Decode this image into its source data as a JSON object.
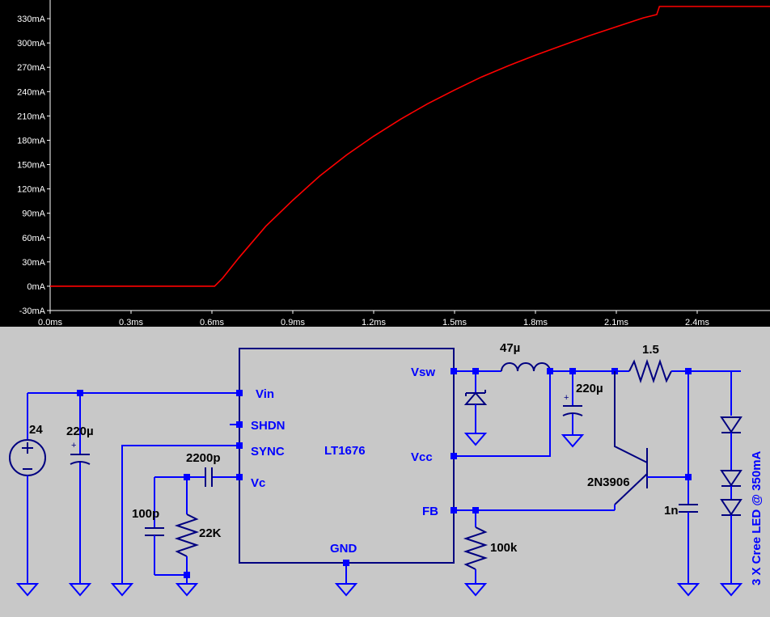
{
  "chart_data": {
    "type": "line",
    "xlabel": "",
    "ylabel": "",
    "x_ticks": [
      "0.0ms",
      "0.3ms",
      "0.6ms",
      "0.9ms",
      "1.2ms",
      "1.5ms",
      "1.8ms",
      "2.1ms",
      "2.4ms"
    ],
    "y_ticks": [
      "-30mA",
      "0mA",
      "30mA",
      "60mA",
      "90mA",
      "120mA",
      "150mA",
      "180mA",
      "210mA",
      "240mA",
      "270mA",
      "300mA",
      "330mA"
    ],
    "xlim": [
      0,
      2.67
    ],
    "ylim": [
      -30,
      353
    ],
    "grid": false,
    "background": "#000000",
    "series": [
      {
        "color": "#ff0000",
        "x": [
          0,
          0.3,
          0.6,
          0.61,
          0.64,
          0.7,
          0.8,
          0.9,
          1.0,
          1.1,
          1.2,
          1.3,
          1.4,
          1.5,
          1.6,
          1.7,
          1.8,
          1.9,
          2.0,
          2.1,
          2.2,
          2.25,
          2.26,
          2.3,
          2.4,
          2.5,
          2.6,
          2.67
        ],
        "y": [
          0,
          0,
          0,
          0,
          10,
          35,
          74,
          106,
          136,
          162,
          185,
          206,
          225,
          242,
          258,
          272,
          285,
          297,
          309,
          320,
          331,
          335,
          345,
          345,
          345,
          345,
          345,
          345
        ]
      }
    ]
  },
  "schematic": {
    "ic_name": "LT1676",
    "pins": {
      "vin": "Vin",
      "shdn": "SHDN",
      "sync": "SYNC",
      "vc": "Vc",
      "gnd": "GND",
      "vsw": "Vsw",
      "vcc": "Vcc",
      "fb": "FB"
    },
    "source_value": "24",
    "input_cap": "220µ",
    "comp_cap": "2200p",
    "filter_cap": "100p",
    "comp_res": "22K",
    "inductor": "47µ",
    "output_cap": "220µ",
    "sense_res": "1.5",
    "transistor": "2N3906",
    "fb_res": "100k",
    "bypass_cap": "1n",
    "led_label": "3 X Cree LED @ 350mA",
    "wire_color": "#0000ff",
    "component_color": "#000080"
  }
}
